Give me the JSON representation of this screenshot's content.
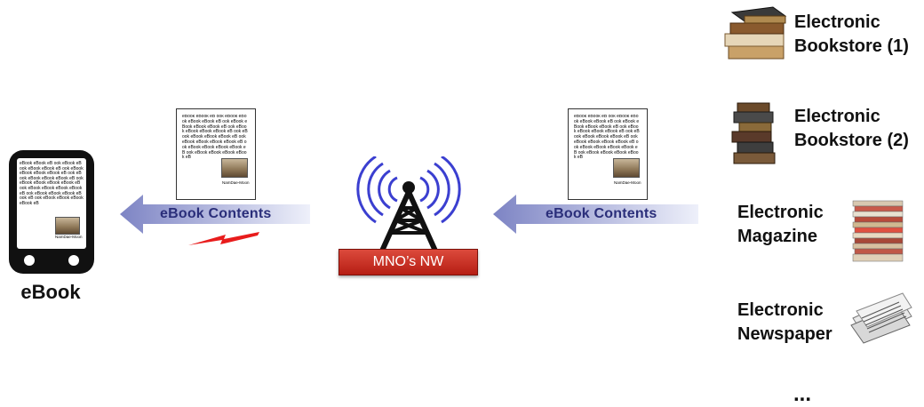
{
  "device": {
    "label": "eBook"
  },
  "network": {
    "label": "MNO’s NW"
  },
  "flows": {
    "left_label": "eBook Contents",
    "right_label": "eBook Contents"
  },
  "document": {
    "text": "eBook eBook eB ook eBook eBook eBook eBook eB ook eBook eBook eBook eBook eB ook eBook eBook eBook eBook eB ook eBook eBook eBook eBook eB ook eBook eBook eBook eBook eB ook eBook eBook eBook eBook eB ook eBook eBook eBook eBook eB",
    "caption": "NamDae-Moon"
  },
  "sources": [
    {
      "label": "Electronic Bookstore (1)",
      "icon": "stacked-books-icon"
    },
    {
      "label": "Electronic Bookstore (2)",
      "icon": "old-books-stack-icon"
    },
    {
      "label": "Electronic Magazine",
      "icon": "magazine-stack-icon"
    },
    {
      "label": "Electronic Newspaper",
      "icon": "newspaper-stack-icon"
    }
  ],
  "more": {
    "label": "..."
  },
  "colors": {
    "arrow_dark": "#7d84c4",
    "arrow_light": "#eef0fa",
    "antenna_waves": "#3b3fd0",
    "mno_box": "#c8281e",
    "signal_bolt": "#e81c1c",
    "device_body": "#111111"
  }
}
